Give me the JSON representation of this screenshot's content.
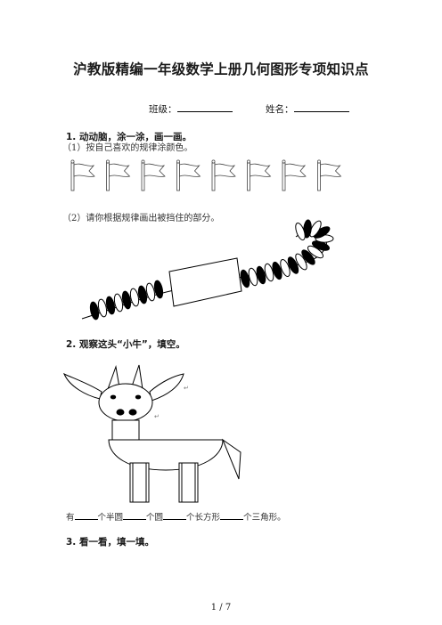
{
  "title": "沪教版精编一年级数学上册几何图形专项知识点",
  "info": {
    "class_label": "班级：",
    "name_label": "姓名："
  },
  "q1": {
    "heading": "1. 动动脑，涂一涂，画一画。",
    "part1": "（1）按自己喜欢的规律涂颜色。",
    "part2": "（2）请你根据规律画出被挡住的部分。",
    "flag_count": 8,
    "bead_pattern": [
      "black",
      "white"
    ]
  },
  "q2": {
    "heading": "2. 观察这头“小牛”，填空。",
    "fill_parts": [
      "有",
      "个半圆",
      "个圆",
      "个长方形",
      "个三角形。"
    ]
  },
  "q3": {
    "heading": "3. 看一看，填一填。"
  },
  "pager": "1 / 7"
}
